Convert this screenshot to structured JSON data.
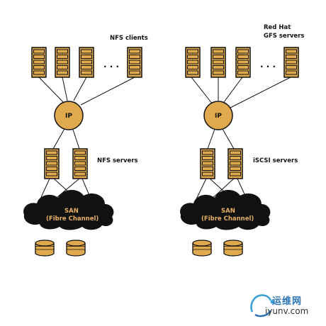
{
  "left": {
    "clients_label": "NFS clients",
    "hub_label": "IP",
    "servers_label": "NFS servers",
    "san_label": "SAN",
    "san_sub_label": "(Fibre Channel)",
    "ellipsis": ". . ."
  },
  "right": {
    "clients_label_line1": "Red Hat",
    "clients_label_line2": "GFS servers",
    "hub_label": "IP",
    "servers_label": "iSCSI servers",
    "san_label": "SAN",
    "san_sub_label": "(Fibre Channel)",
    "ellipsis": ". . ."
  },
  "watermark": {
    "chinese": "运维网",
    "site": "iyunv.com",
    "logo_icon": "cloud-logo-icon"
  },
  "colors": {
    "rack_fill": "#e0a94d",
    "rack_border": "#111111",
    "ip_fill": "#e0a94d",
    "cloud_fill": "#111111",
    "disk_fill": "#e0a94d",
    "line": "#111111"
  }
}
